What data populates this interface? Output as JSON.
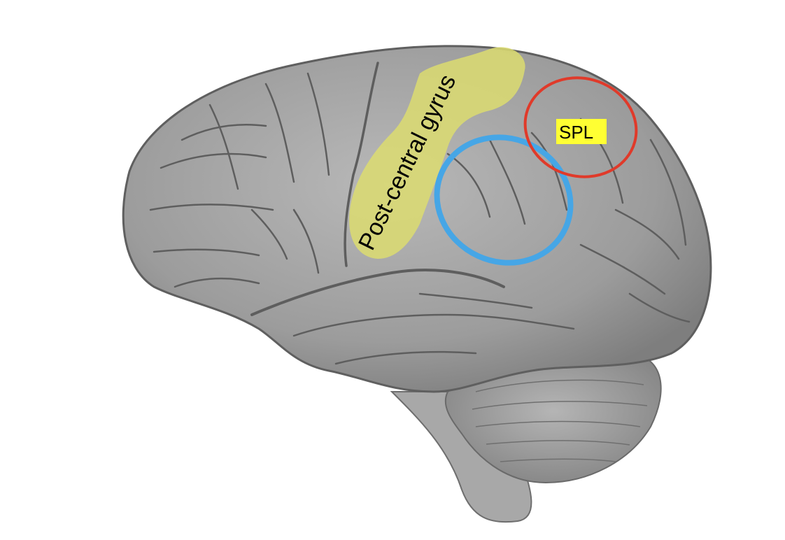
{
  "labels": {
    "postcentral": "Post-central gyrus",
    "spl": "SPL"
  },
  "colors": {
    "background": "#ffffff",
    "brain_gray": "#9b9b9b",
    "brain_shadow": "#5f5f5f",
    "postcentral_highlight": "#dcdc70",
    "spl_box": "#ffff33",
    "spl_circle": "#e03a2a",
    "parietal_circle": "#46a6e6"
  },
  "regions": [
    {
      "name": "postcentral-gyrus",
      "shape": "highlight"
    },
    {
      "name": "superior-parietal-lobule",
      "shape": "circle"
    },
    {
      "name": "inferior-parietal-region",
      "shape": "circle"
    }
  ]
}
